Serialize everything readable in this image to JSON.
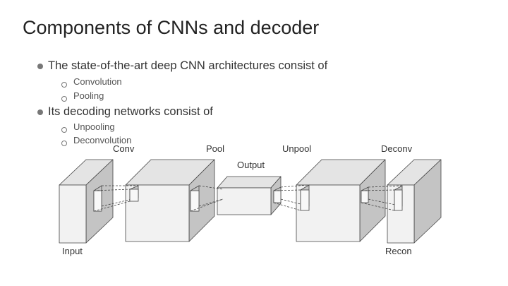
{
  "slide": {
    "title": "Components of CNNs and decoder"
  },
  "bullets": [
    {
      "text": "The state-of-the-art deep CNN architectures consist of",
      "subitems": [
        "Convolution",
        "Pooling"
      ]
    },
    {
      "text": "Its decoding networks consist of",
      "subitems": [
        "Unpooling",
        "Deconvolution"
      ]
    }
  ],
  "diagram": {
    "top_labels": {
      "conv": "Conv",
      "pool": "Pool",
      "output": "Output",
      "unpool": "Unpool",
      "deconv": "Deconv"
    },
    "bottom_labels": {
      "input": "Input",
      "recon": "Recon"
    },
    "colors": {
      "front_face": "#f2f2f2",
      "side_face": "#c4c4c4",
      "top_face": "#e4e4e4",
      "stroke": "#444444"
    }
  }
}
